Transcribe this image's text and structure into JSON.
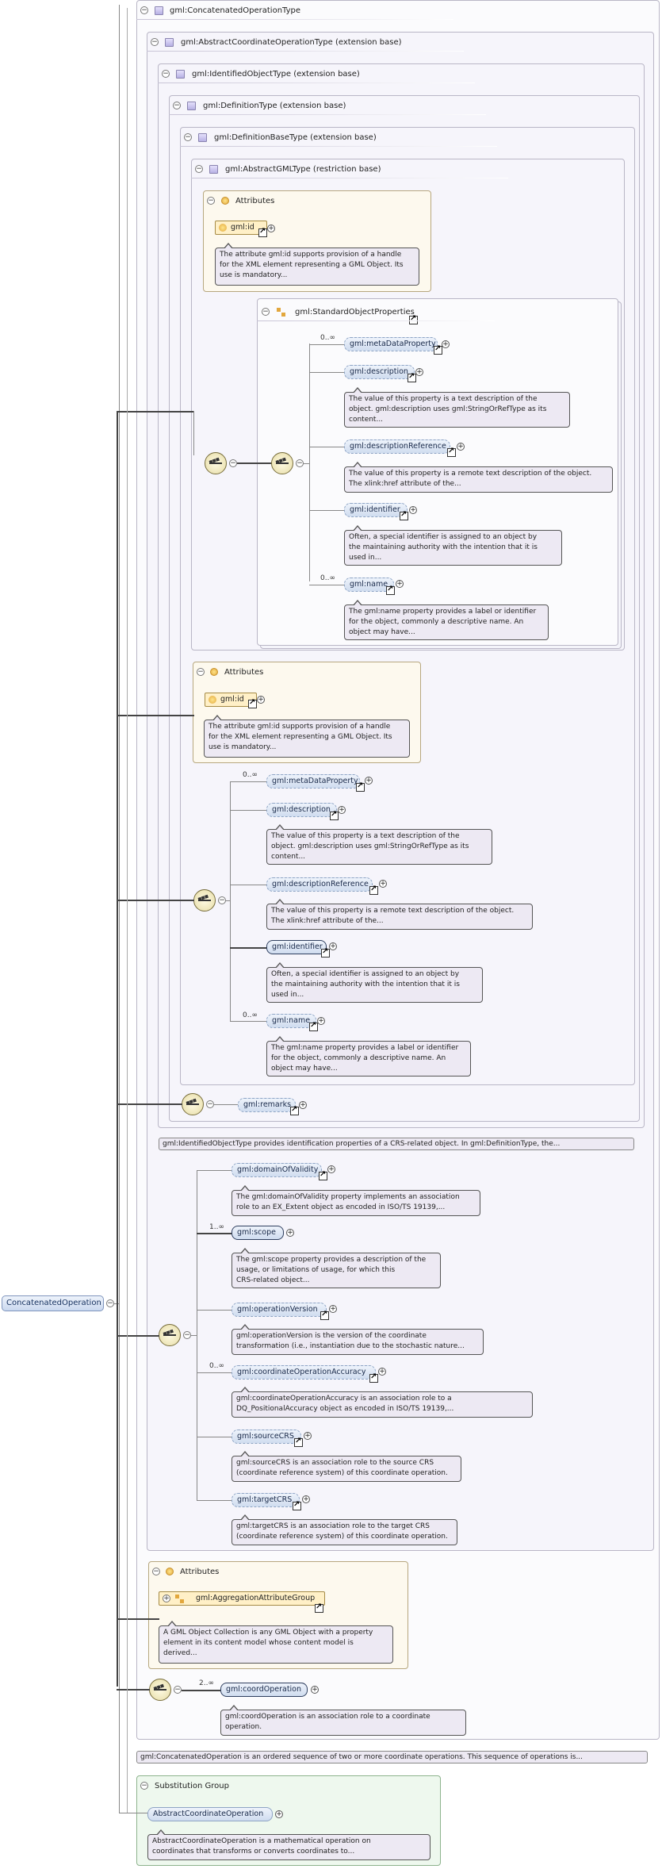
{
  "root": {
    "label": "ConcatenatedOperation"
  },
  "types": {
    "concatenated": "gml:ConcatenatedOperationType",
    "abstractCoordOp": "gml:AbstractCoordinateOperationType (extension base)",
    "identifiedObject": "gml:IdentifiedObjectType (extension base)",
    "definition": "gml:DefinitionType (extension base)",
    "definitionBase": "gml:DefinitionBaseType (extension base)",
    "abstractGML": "gml:AbstractGMLType (restriction base)"
  },
  "attributes_title": "Attributes",
  "gml_id": {
    "label": "gml:id",
    "doc": [
      "The attribute gml:id supports provision of a handle",
      "for the XML element representing a GML Object. Its",
      "use is mandatory..."
    ]
  },
  "standardObjectProperties": {
    "label": "gml:StandardObjectProperties"
  },
  "props": {
    "metaDataProperty": {
      "label": "gml:metaDataProperty",
      "occ": "0..∞"
    },
    "description": {
      "label": "gml:description",
      "doc": [
        "The value of this property is a text description of the",
        "object. gml:description uses gml:StringOrRefType as its",
        "content..."
      ]
    },
    "descriptionReference": {
      "label": "gml:descriptionReference",
      "doc": [
        "The value of this property is a remote text description of the object.",
        "The xlink:href attribute of the..."
      ]
    },
    "identifier": {
      "label": "gml:identifier",
      "doc": [
        "Often, a special identifier is assigned to an object by",
        "the maintaining authority with the intention that it is",
        "used in..."
      ]
    },
    "name": {
      "label": "gml:name",
      "occ": "0..∞",
      "doc": [
        "The gml:name property provides a label or identifier",
        "for the object, commonly a descriptive name. An",
        "object may have..."
      ]
    }
  },
  "remarks": {
    "label": "gml:remarks"
  },
  "identifiedObject_doc": "gml:IdentifiedObjectType provides identification properties of a CRS-related object. In gml:DefinitionType, the...",
  "coordOp": {
    "domainOfValidity": {
      "label": "gml:domainOfValidity",
      "doc": [
        "The gml:domainOfValidity property implements an association",
        "role to an EX_Extent object as encoded in ISO/TS 19139,..."
      ]
    },
    "scope": {
      "label": "gml:scope",
      "occ": "1..∞",
      "doc": [
        "The gml:scope property provides a description of the",
        "usage, or limitations of usage, for which this",
        "CRS-related object..."
      ]
    },
    "operationVersion": {
      "label": "gml:operationVersion",
      "doc": [
        "gml:operationVersion is the version of the coordinate",
        "transformation (i.e., instantiation due to the stochastic nature..."
      ]
    },
    "coordinateOperationAccuracy": {
      "label": "gml:coordinateOperationAccuracy",
      "occ": "0..∞",
      "doc": [
        "gml:coordinateOperationAccuracy is an association role to a",
        "DQ_PositionalAccuracy object as encoded in ISO/TS 19139,..."
      ]
    },
    "sourceCRS": {
      "label": "gml:sourceCRS",
      "doc": [
        "gml:sourceCRS is an association role to the source CRS",
        "(coordinate reference system) of this coordinate operation."
      ]
    },
    "targetCRS": {
      "label": "gml:targetCRS",
      "doc": [
        "gml:targetCRS is an association role to the target CRS",
        "(coordinate reference system) of this coordinate operation."
      ]
    }
  },
  "aggregation": {
    "label": "gml:AggregationAttributeGroup",
    "doc": [
      "A GML Object Collection is any GML Object with a property",
      "element in its content model whose content model is",
      "derived..."
    ]
  },
  "coordOperation": {
    "label": "gml:coordOperation",
    "occ": "2..∞",
    "doc": [
      "gml:coordOperation is an association role to a coordinate",
      "operation."
    ]
  },
  "concatenated_doc": "gml:ConcatenatedOperation is an ordered sequence of two or more coordinate operations. This sequence of operations is...",
  "substitution": {
    "title": "Substitution Group",
    "label": "AbstractCoordinateOperation",
    "doc": [
      "AbstractCoordinateOperation is a mathematical operation on",
      "coordinates that transforms or converts coordinates to..."
    ]
  },
  "toggle_minus": "⊖",
  "toggle_plus": "⊕"
}
